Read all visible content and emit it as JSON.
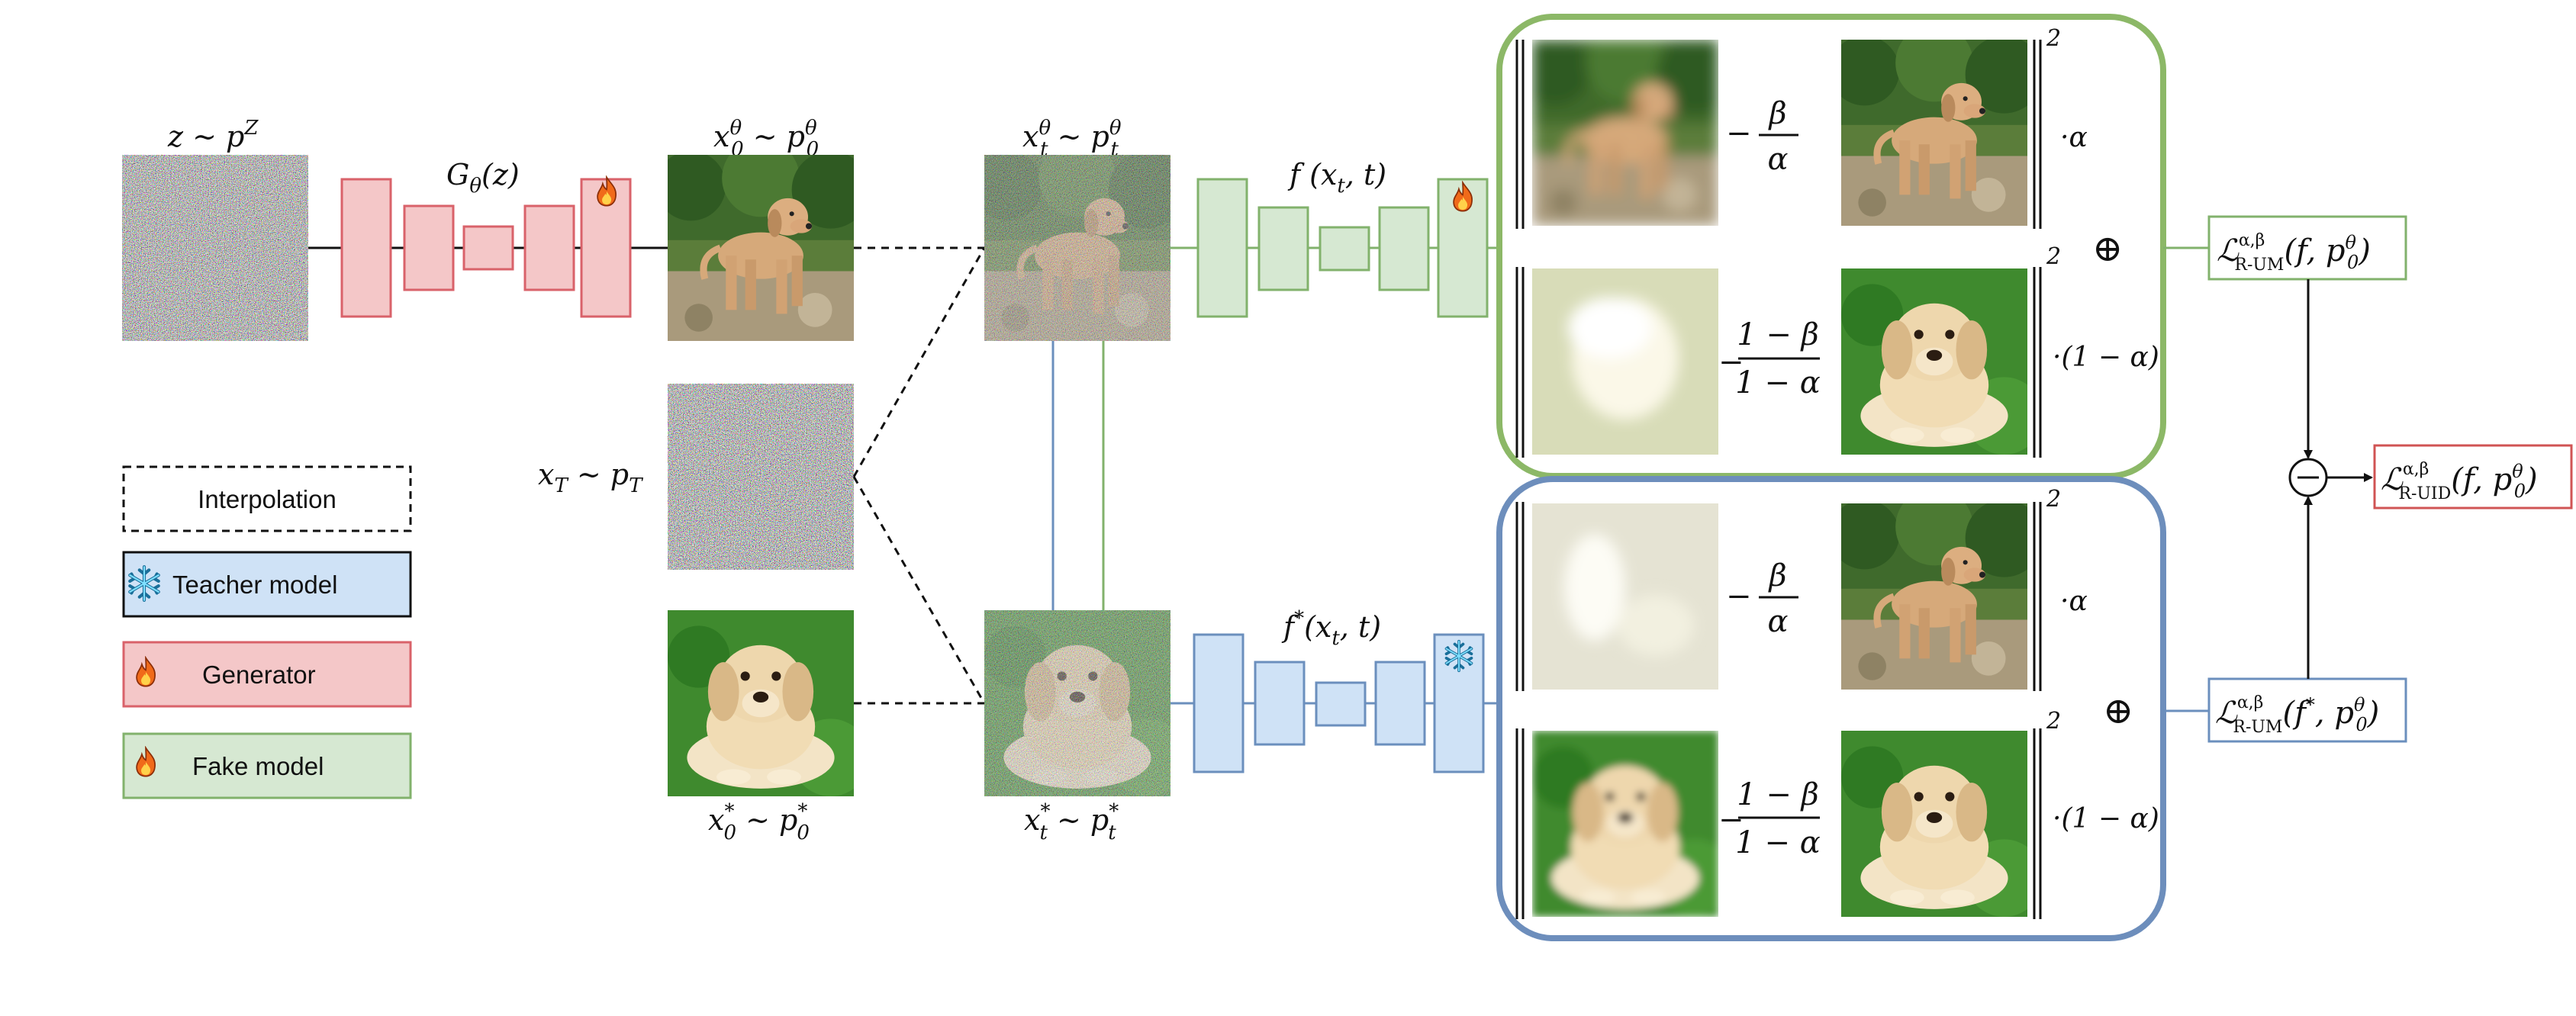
{
  "colors": {
    "generator_fill": "#f4c7c8",
    "generator_stroke": "#d9626a",
    "fake_fill": "#d6e8d2",
    "fake_stroke": "#82b26c",
    "teacher_fill": "#cfe2f6",
    "teacher_stroke": "#6b8fbd",
    "green_frame": "#8cb867",
    "blue_frame": "#6d8ebc",
    "result_stroke": "#d05454"
  },
  "icons": {
    "fire": "fire-icon",
    "snowflake": "snowflake-icon"
  },
  "legend": {
    "interpolation": "Interpolation",
    "teacher": "Teacher model",
    "generator": "Generator",
    "fake": "Fake model"
  },
  "labels": {
    "z": "z ∼ p",
    "z_sup": "Z",
    "generator": "G",
    "generator_sub": "θ",
    "generator_arg": "(z)",
    "x0_theta": "x",
    "x0_theta_sup": "θ",
    "x0_theta_sub": "0",
    "x0_theta_rest": " ∼ p",
    "xt_theta": "x",
    "xt_theta_sup": "θ",
    "xt_theta_sub": "t",
    "xt_theta_rest": " ∼ p",
    "xT": "x",
    "xT_sub": "T",
    "xT_rest": " ∼ p",
    "x0_star": "x",
    "x0_star_sup": "*",
    "x0_star_sub": "0",
    "x0_star_rest": " ∼ p",
    "xt_star": "x",
    "xt_star_sup": "*",
    "xt_star_sub": "t",
    "xt_star_rest": " ∼ p",
    "fake_fn": "f (x",
    "fake_fn_sub": "t",
    "fake_fn_rest": ", t)",
    "teacher_fn": "f",
    "teacher_fn_sup": "*",
    "teacher_fn_rest": "(x",
    "teacher_fn_sub": "t",
    "teacher_fn_tail": ", t)"
  },
  "math": {
    "minus": "−",
    "beta": "β",
    "alpha": "α",
    "one_minus_beta": "1 − β",
    "one_minus_alpha": "1 − α",
    "times_alpha": "·α",
    "times_one_minus_alpha": "·(1 − α)",
    "squared": "2",
    "oplus": "⊕",
    "ominus": "⊖"
  },
  "losses": {
    "script_L": "ℒ",
    "sup": "α,β",
    "sub_um": "R-UM",
    "sub_uid": "R-UID",
    "um_fake_args": "(f, p",
    "um_teacher_args": "(f",
    "um_teacher_star": "*",
    "um_teacher_rest": ", p",
    "p_sup": "θ",
    "p_sub": "0",
    "close": ")",
    "uid_args": "(f, p"
  }
}
